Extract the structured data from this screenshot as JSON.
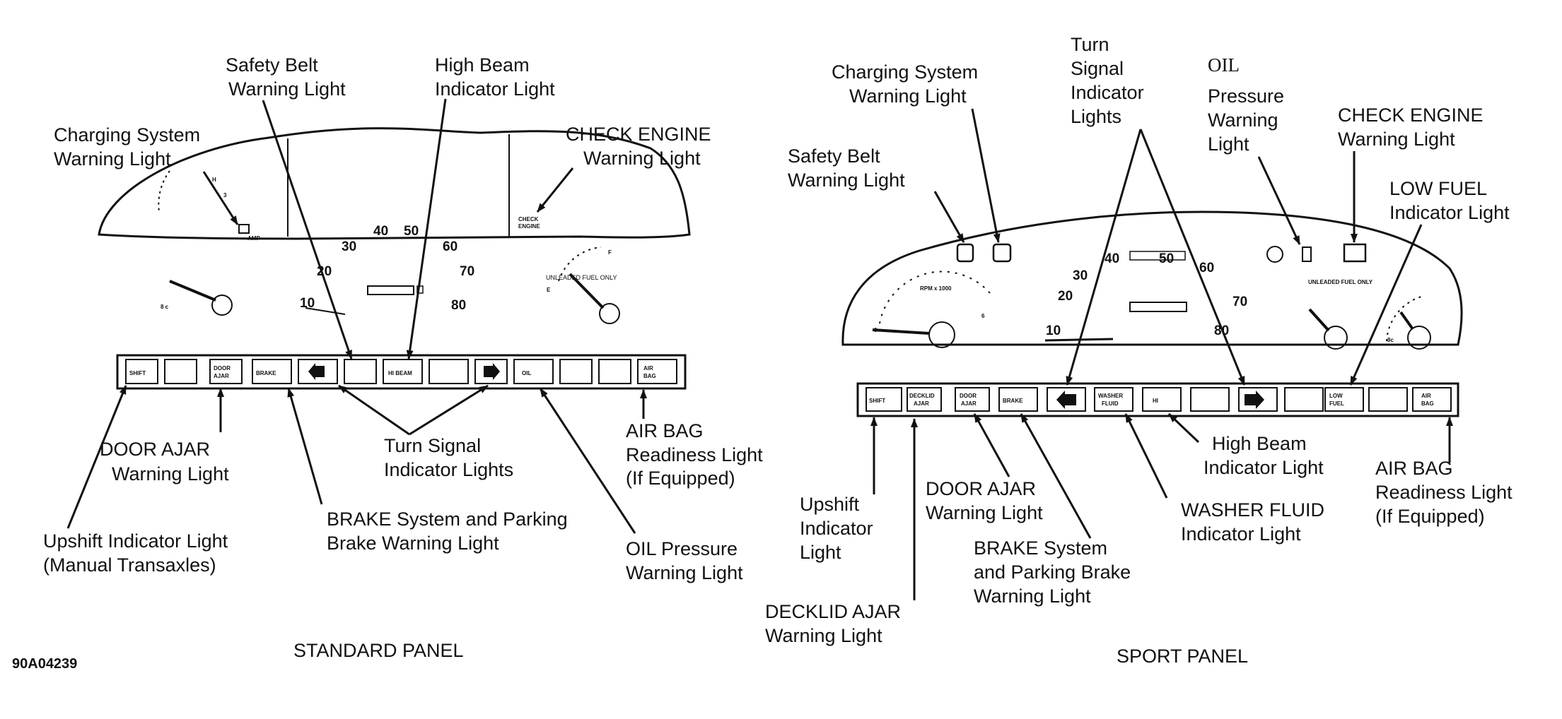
{
  "figure_code": "90A04239",
  "standard_panel": {
    "caption": "STANDARD PANEL",
    "labels": {
      "charging": [
        "Charging System",
        "Warning Light"
      ],
      "safety_belt": [
        "Safety Belt",
        "Warning Light"
      ],
      "high_beam": [
        "High Beam",
        "Indicator Light"
      ],
      "check_engine": [
        "CHECK ENGINE",
        "Warning Light"
      ],
      "door_ajar": [
        "DOOR AJAR",
        "Warning Light"
      ],
      "turn_signal": [
        "Turn Signal",
        "Indicator Lights"
      ],
      "air_bag": [
        "AIR BAG",
        "Readiness Light",
        "(If Equipped)"
      ],
      "upshift": [
        "Upshift Indicator Light",
        "(Manual Transaxles)"
      ],
      "brake": [
        "BRAKE System and Parking",
        "Brake Warning Light"
      ],
      "oil": [
        "OIL Pressure",
        "Warning Light"
      ]
    },
    "speedo_numbers": [
      "30",
      "40",
      "50",
      "60",
      "20",
      "70",
      "10",
      "80"
    ],
    "fuel_text": "UNLEADED FUEL ONLY",
    "amp_text": "AMP",
    "indicator_strip": [
      "SHIFT",
      "",
      "DOOR AJAR",
      "BRAKE",
      "◀",
      "",
      "",
      "",
      "▶",
      "OIL",
      "",
      "",
      "AIR BAG"
    ]
  },
  "sport_panel": {
    "caption": "SPORT PANEL",
    "labels": {
      "charging": [
        "Charging System",
        "Warning Light"
      ],
      "turn_signal": [
        "Turn",
        "Signal",
        "Indicator",
        "Lights"
      ],
      "oil_title": "OIL",
      "oil": [
        "Pressure",
        "Warning",
        "Light"
      ],
      "check_engine": [
        "CHECK ENGINE",
        "Warning Light"
      ],
      "safety_belt": [
        "Safety Belt",
        "Warning Light"
      ],
      "low_fuel": [
        "LOW FUEL",
        "Indicator Light"
      ],
      "upshift": [
        "Upshift",
        "Indicator",
        "Light"
      ],
      "door_ajar": [
        "DOOR AJAR",
        "Warning Light"
      ],
      "high_beam": [
        "High Beam",
        "Indicator Light"
      ],
      "air_bag": [
        "AIR BAG",
        "Readiness Light",
        "(If Equipped)"
      ],
      "washer": [
        "WASHER FLUID",
        "Indicator Light"
      ],
      "brake": [
        "BRAKE System",
        "and Parking Brake",
        "Warning Light"
      ],
      "decklid": [
        "DECKLID AJAR",
        "Warning Light"
      ]
    },
    "tach_text": "RPM x 1000",
    "speedo_numbers": [
      "40",
      "50",
      "60",
      "30",
      "20",
      "70",
      "10",
      "80"
    ],
    "fuel_text": "UNLEADED FUEL ONLY",
    "indicator_strip": [
      "SHIFT",
      "DECKLID AJAR",
      "DOOR AJAR",
      "BRAKE",
      "◀",
      "WASHER FLUID",
      "",
      "",
      "▶",
      "",
      "LOW FUEL",
      "",
      "AIR BAG"
    ]
  }
}
